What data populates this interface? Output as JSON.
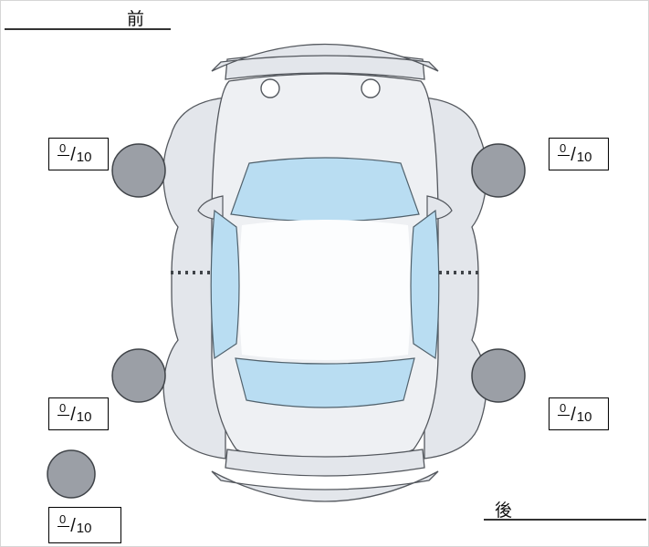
{
  "labels": {
    "front": "前",
    "rear": "後"
  },
  "tires": {
    "front_left": {
      "value": "0",
      "slash": "/",
      "max": "10"
    },
    "front_right": {
      "value": "0",
      "slash": "/",
      "max": "10"
    },
    "rear_left": {
      "value": "0",
      "slash": "/",
      "max": "10"
    },
    "rear_right": {
      "value": "0",
      "slash": "/",
      "max": "10"
    },
    "spare": {
      "value": "0",
      "slash": "/",
      "max": "10"
    }
  },
  "colors": {
    "background": "#ffffff",
    "panel": "#e3e6eb",
    "panel_outline": "#54585e",
    "body": "#eef0f3",
    "roof": "#fcfdfe",
    "window": "#b9ddf2",
    "window_outline": "#50616c",
    "tire": "#9b9fa6",
    "tire_outline": "#3f4348",
    "box_border": "#000000",
    "text": "#111111",
    "underline": "#333333"
  }
}
